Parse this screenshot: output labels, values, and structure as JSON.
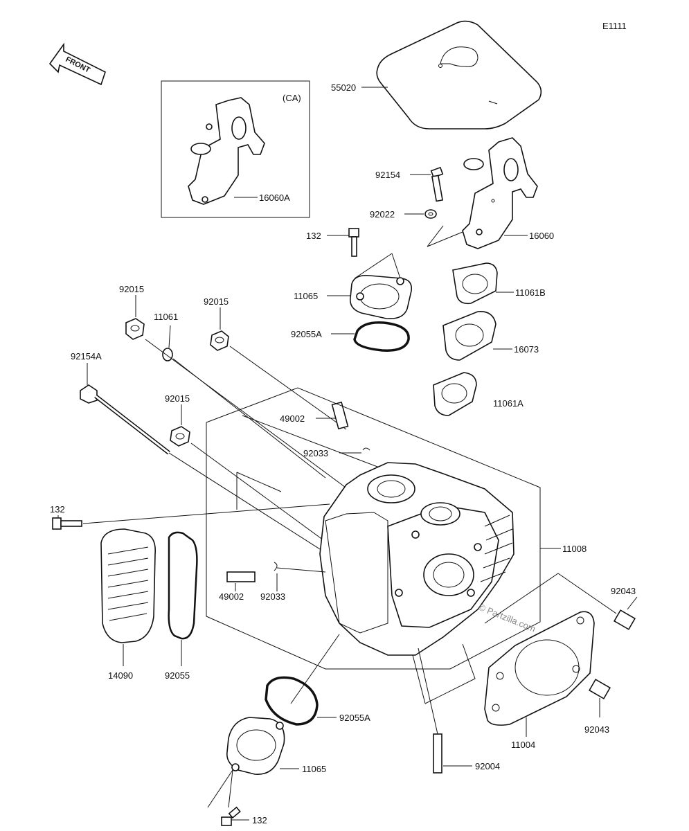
{
  "diagram_code": "E1111",
  "front_label": "FRONT",
  "inset_label": "(CA)",
  "watermark": "© Partzilla.com",
  "parts": [
    {
      "id": "p55020",
      "label": "55020"
    },
    {
      "id": "p16060A",
      "label": "16060A"
    },
    {
      "id": "p92154",
      "label": "92154"
    },
    {
      "id": "p92022",
      "label": "92022"
    },
    {
      "id": "p16060",
      "label": "16060"
    },
    {
      "id": "p132a",
      "label": "132"
    },
    {
      "id": "p11065a",
      "label": "11065"
    },
    {
      "id": "p11061B",
      "label": "11061B"
    },
    {
      "id": "p92015a",
      "label": "92015"
    },
    {
      "id": "p11061",
      "label": "11061"
    },
    {
      "id": "p92015b",
      "label": "92015"
    },
    {
      "id": "p92055Aa",
      "label": "92055A"
    },
    {
      "id": "p16073",
      "label": "16073"
    },
    {
      "id": "p92154A",
      "label": "92154A"
    },
    {
      "id": "p11061A",
      "label": "11061A"
    },
    {
      "id": "p49002a",
      "label": "49002"
    },
    {
      "id": "p92015c",
      "label": "92015"
    },
    {
      "id": "p92033a",
      "label": "92033"
    },
    {
      "id": "p132b",
      "label": "132"
    },
    {
      "id": "p11008",
      "label": "11008"
    },
    {
      "id": "p49002b",
      "label": "49002"
    },
    {
      "id": "p92033b",
      "label": "92033"
    },
    {
      "id": "p92043a",
      "label": "92043"
    },
    {
      "id": "p14090",
      "label": "14090"
    },
    {
      "id": "p92055",
      "label": "92055"
    },
    {
      "id": "p92055Ab",
      "label": "92055A"
    },
    {
      "id": "p11004",
      "label": "11004"
    },
    {
      "id": "p92043b",
      "label": "92043"
    },
    {
      "id": "p11065b",
      "label": "11065"
    },
    {
      "id": "p92004",
      "label": "92004"
    },
    {
      "id": "p132c",
      "label": "132"
    }
  ]
}
